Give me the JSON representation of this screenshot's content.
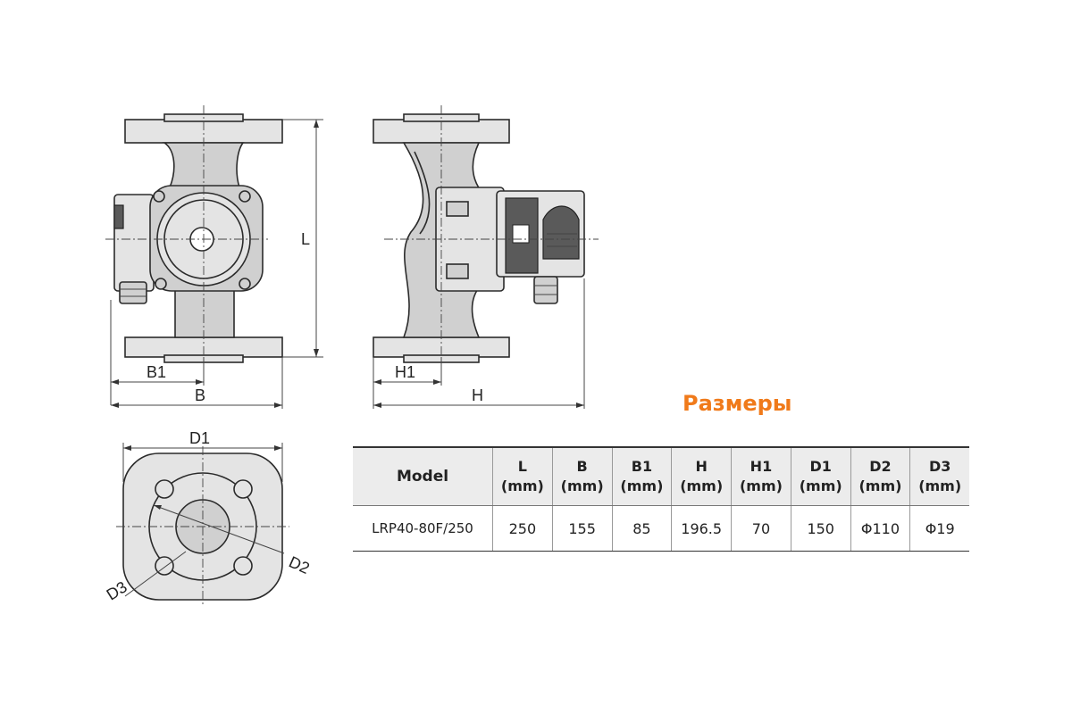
{
  "section_title": "Размеры",
  "dimension_labels": {
    "L": "L",
    "B": "B",
    "B1": "B1",
    "H": "H",
    "H1": "H1",
    "D1": "D1",
    "D2": "D2",
    "D3": "D3"
  },
  "table": {
    "headers": [
      {
        "name": "Model",
        "unit": ""
      },
      {
        "name": "L",
        "unit": "(mm)"
      },
      {
        "name": "B",
        "unit": "(mm)"
      },
      {
        "name": "B1",
        "unit": "(mm)"
      },
      {
        "name": "H",
        "unit": "(mm)"
      },
      {
        "name": "H1",
        "unit": "(mm)"
      },
      {
        "name": "D1",
        "unit": "(mm)"
      },
      {
        "name": "D2",
        "unit": "(mm)"
      },
      {
        "name": "D3",
        "unit": "(mm)"
      }
    ],
    "rows": [
      [
        "LRP40-80F/250",
        "250",
        "155",
        "85",
        "196.5",
        "70",
        "150",
        "Φ110",
        "Φ19"
      ]
    ]
  },
  "colors": {
    "title": "#f07a1a",
    "header_bg": "#ececec",
    "line": "#2b2b2b"
  }
}
